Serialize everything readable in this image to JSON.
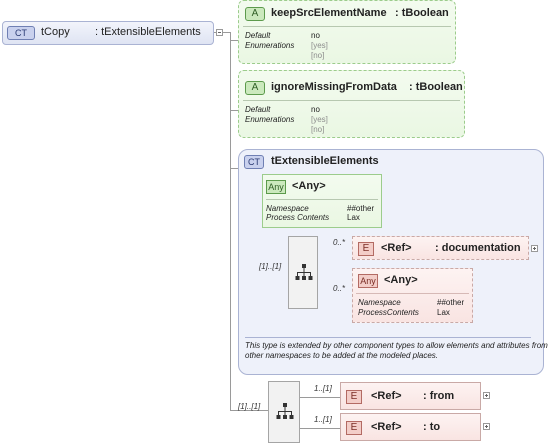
{
  "root": {
    "badge": "CT",
    "name": "tCopy",
    "type": ": tExtensibleElements"
  },
  "attributes": [
    {
      "badge": "A",
      "name": "keepSrcElementName",
      "type": ": tBoolean",
      "default_label": "Default",
      "default_value": "no",
      "enum_label": "Enumerations",
      "enums": [
        "[yes]",
        "[no]"
      ]
    },
    {
      "badge": "A",
      "name": "ignoreMissingFromData",
      "type": ": tBoolean",
      "default_label": "Default",
      "default_value": "no",
      "enum_label": "Enumerations",
      "enums": [
        "[yes]",
        "[no]"
      ]
    }
  ],
  "complex_type": {
    "badge": "CT",
    "name": "tExtensibleElements",
    "any1": {
      "badge": "Any",
      "name": "<Any>",
      "ns_label": "Namespace",
      "ns_value": "##other",
      "pc_label": "Process Contents",
      "pc_value": "Lax"
    },
    "seq_occurrence": "[1]..[1]",
    "doc_occurrence": "0..*",
    "doc": {
      "badge": "E",
      "ref": "<Ref>",
      "type": ": documentation"
    },
    "any2_occurrence": "0..*",
    "any2": {
      "badge": "Any",
      "name": "<Any>",
      "ns_label": "Namespace",
      "ns_value": "##other",
      "pc_label": "ProcessContents",
      "pc_value": "Lax"
    },
    "note_lines": [
      "This type is extended by other component types to allow elements and attributes from",
      "other namespaces to be added at the modeled places."
    ]
  },
  "outer_sequence": {
    "occurrence": "[1]..[1]",
    "from": {
      "occurrence": "1..[1]",
      "badge": "E",
      "ref": "<Ref>",
      "type": ": from"
    },
    "to": {
      "occurrence": "1..[1]",
      "badge": "E",
      "ref": "<Ref>",
      "type": ": to"
    }
  },
  "colors": {
    "attr_bg": "#eaf7e3",
    "attr_border": "#9ccc8c",
    "elem_bg": "#f9e4e2",
    "elem_border": "#c9a9a6",
    "ct_bg": "#eef1fa",
    "ct_border": "#aab3d3"
  }
}
